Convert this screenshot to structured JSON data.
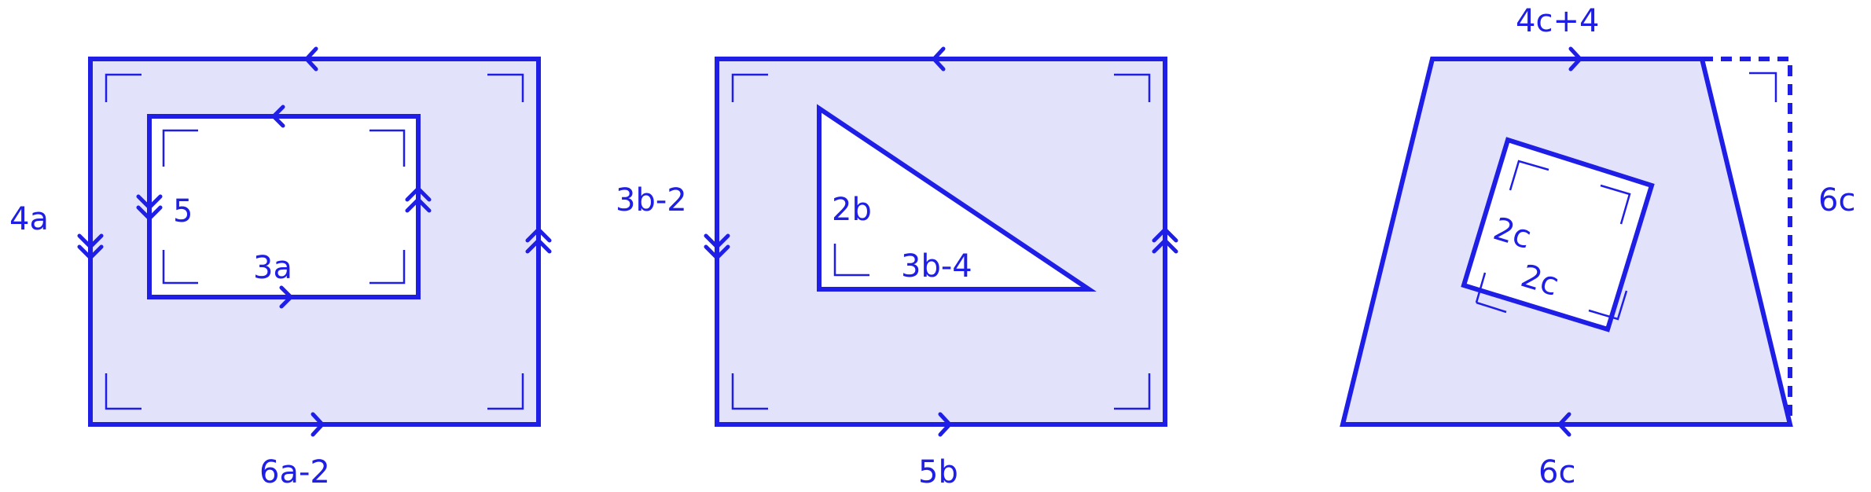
{
  "colors": {
    "stroke": "#1e1ee6",
    "fill": "#e2e2fb",
    "text": "#1e1ee6"
  },
  "figures": [
    {
      "labels": {
        "outer_left": "4a",
        "outer_bottom": "6a-2",
        "inner_left": "5",
        "inner_bottom": "3a"
      }
    },
    {
      "labels": {
        "outer_left": "3b-2",
        "outer_bottom": "5b",
        "triangle_leg": "2b",
        "triangle_base": "3b-4"
      }
    },
    {
      "labels": {
        "top": "4c+4",
        "bottom": "6c",
        "height": "6c",
        "square_side_1": "2c",
        "square_side_2": "2c"
      }
    }
  ]
}
